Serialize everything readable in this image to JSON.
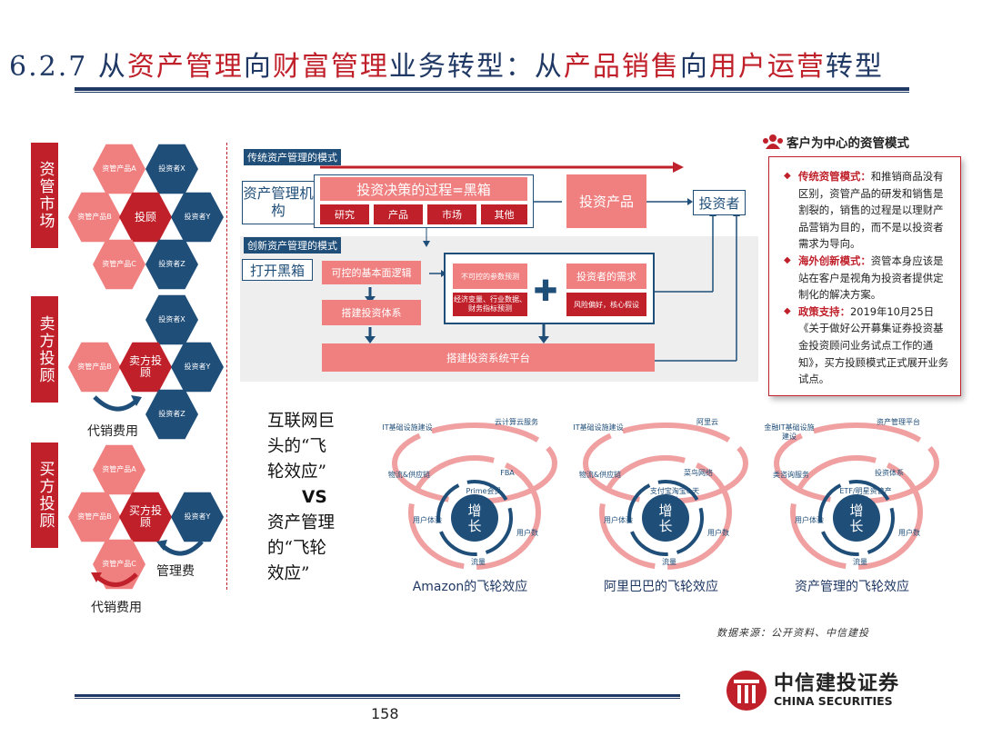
{
  "title": {
    "prefix": "6.2.7 从",
    "w1": "资产管理",
    "mid1": "向",
    "w2": "财富管理",
    "mid2": "业务转型：从",
    "w3": "产品销售",
    "mid3": "向",
    "w4": "用户运营",
    "suffix": "转型"
  },
  "left": {
    "asset_market": "资管市场",
    "sell_side": "卖方投顾",
    "buy_side": "买方投顾",
    "hex1": {
      "a": "资管产品A",
      "b": "资管产品B",
      "c": "资管产品C",
      "center": "投顾",
      "x": "投资者X",
      "y": "投资者Y",
      "z": "投资者Z"
    },
    "hex2": {
      "b": "资管产品B",
      "center": "卖方投顾",
      "x": "投资者X",
      "y": "投资者Y",
      "z": "投资者Z"
    },
    "hex3": {
      "a": "资管产品A",
      "b": "资管产品B",
      "c": "资管产品C",
      "center": "买方投顾",
      "y": "投资者Y"
    },
    "fee1": "代销费用",
    "fee2": "管理费",
    "fee3": "代销费用"
  },
  "middle": {
    "traditional_tag": "传统资产管理的模式",
    "innovative_tag": "创新资产管理的模式",
    "institution": "资产管理机构",
    "blackbox": "投资决策的过程=黑箱",
    "sub": [
      "研究",
      "产品",
      "市场",
      "其他"
    ],
    "product": "投资产品",
    "investor": "投资者",
    "open_box": "打开黑箱",
    "basic_logic": "可控的基本面逻辑",
    "uncontrollable": "不可控的参数预测",
    "uncontrollable_sub": "经济变量、行业数据、财务指标预测",
    "investor_needs": "投资者的需求",
    "investor_needs_sub": "风险偏好，核心假设",
    "build_system": "搭建投资体系",
    "build_platform": "搭建投资系统平台"
  },
  "right_panel": {
    "header": "客户为中心的资管模式",
    "item1_bold": "传统资管模式：",
    "item1_text": "和推销商品没有区别，资管产品的研发和销售是割裂的，销售的过程是以理财产品营销为目的，而不是以投资者需求为导向。",
    "item2_bold": "海外创新模式：",
    "item2_text": "资管本身应该是站在客户是视角为投资者提供定制化的解决方案。",
    "item3_bold": "政策支持：",
    "item3_text": "2019年10月25日《关于做好公开募集证券投资基金投资顾问业务试点工作的通知》，买方投顾模式正式展开业务试点。"
  },
  "flywheel": {
    "headline": "互联网巨头的“飞轮效应”VS资产管理的“飞轮效应”",
    "line1": "互联网巨",
    "line2": "头的“飞",
    "line3": "轮效应”",
    "vs": "VS",
    "line4": "资产管理",
    "line5": "的“飞轮",
    "line6": "效应”",
    "center": "增长",
    "w1": {
      "caption": "Amazon的飞轮效应",
      "labels": [
        "IT基础设施建设",
        "云计算云服务",
        "物流&供应链",
        "FBA",
        "Prime会员",
        "用户体验",
        "用户数",
        "流量"
      ]
    },
    "w2": {
      "caption": "阿里巴巴的飞轮效应",
      "labels": [
        "IT基础设施建设",
        "阿里云",
        "物流&供应链",
        "菜鸟网络",
        "支付宝淘宝&天猫",
        "用户体验",
        "用户数",
        "流量"
      ]
    },
    "w3": {
      "caption": "资产管理的飞轮效应",
      "labels": [
        "金融IT基础设施建设",
        "资产管理平台",
        "类咨询服务",
        "投资体系",
        "ETF/明星资管产品",
        "用户体验",
        "用户数",
        "流量"
      ]
    }
  },
  "source": "数据来源：公开资料、中信建投",
  "logo": {
    "cn": "中信建投证券",
    "en": "CHINA SECURITIES"
  },
  "page_number": "158",
  "colors": {
    "navy": "#1f3864",
    "red": "#c0202a",
    "pink": "#f08080",
    "blue": "#1f4e79"
  }
}
